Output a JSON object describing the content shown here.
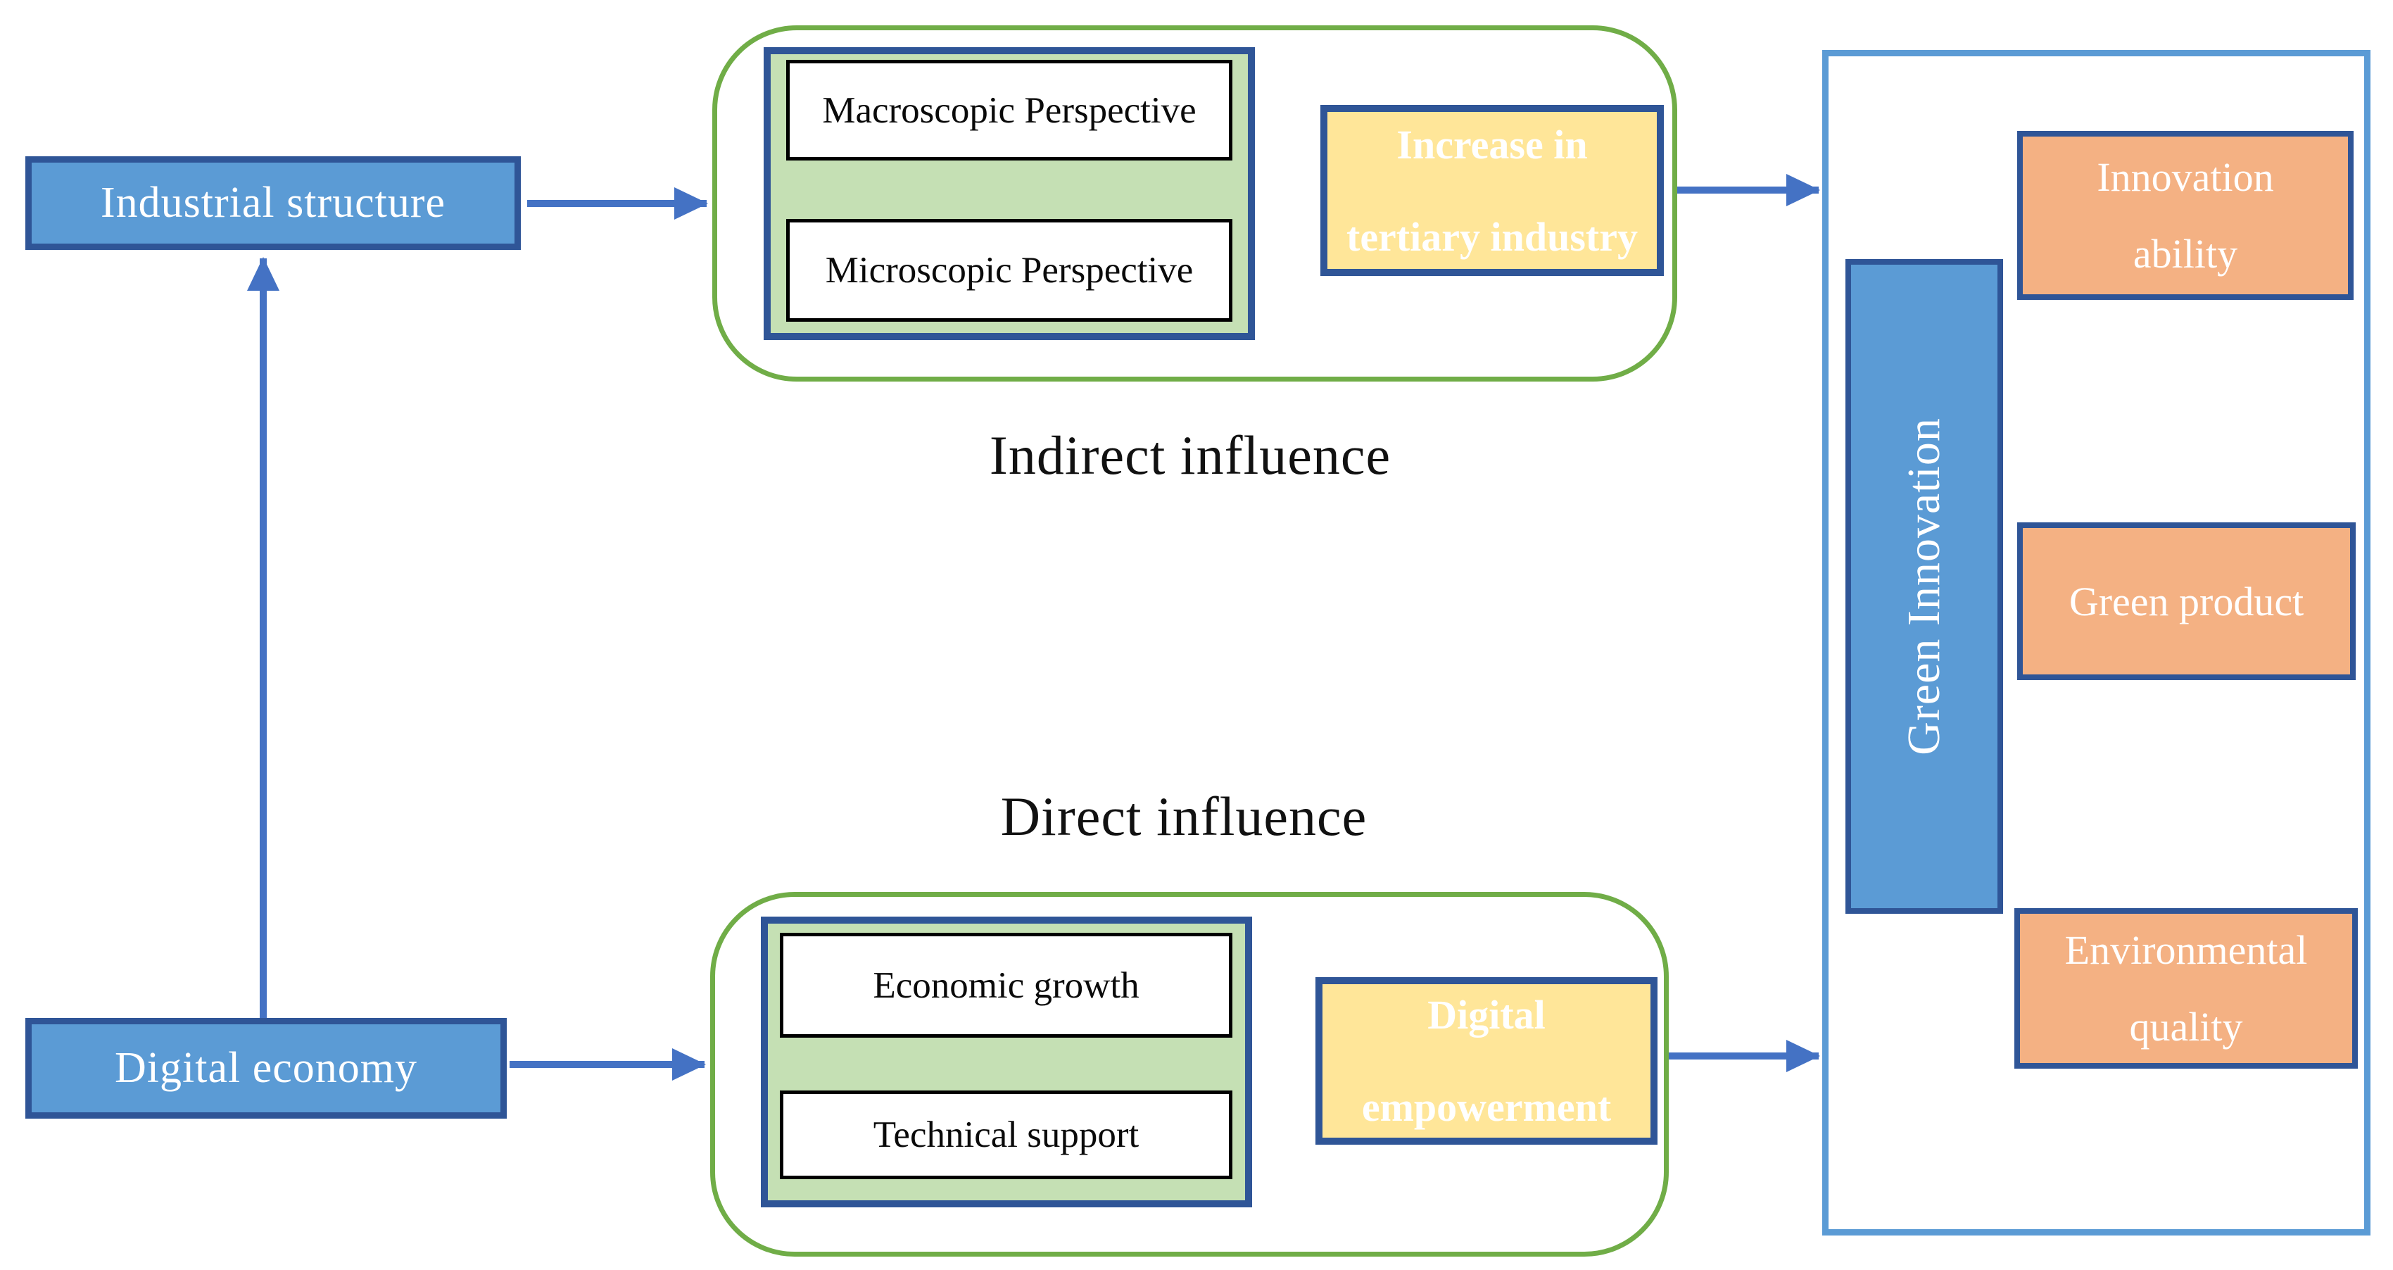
{
  "figure": {
    "type": "concept-diagram",
    "description": "Mechanism diagram of digital economy, industrial structure and green innovation"
  },
  "nodes": {
    "industrial_structure": {
      "label": "Industrial structure"
    },
    "digital_economy": {
      "label": "Digital economy"
    },
    "macroscopic_perspective": {
      "label": "Macroscopic Perspective"
    },
    "microscopic_perspective": {
      "label": "Microscopic Perspective"
    },
    "economic_growth": {
      "label": "Economic growth"
    },
    "technical_support": {
      "label": "Technical support"
    },
    "increase_tertiary_industry": {
      "line1": "Increase in",
      "line2": "tertiary industry"
    },
    "digital_empowerment": {
      "line1": "Digital",
      "line2": "empowerment"
    },
    "green_innovation": {
      "label": "Green Innovation"
    },
    "innovation_ability": {
      "line1": "Innovation",
      "line2": "ability"
    },
    "green_product": {
      "label": "Green product"
    },
    "environmental_quality": {
      "line1": "Environmental",
      "line2": "quality"
    }
  },
  "labels": {
    "indirect_influence": "Indirect influence",
    "direct_influence": "Direct influence"
  },
  "edges": [
    {
      "from": "digital_economy",
      "to": "industrial_structure",
      "style": "arrow"
    },
    {
      "from": "industrial_structure",
      "to": "indirect_group",
      "style": "arrow"
    },
    {
      "from": "indirect_group",
      "to": "increase_tertiary_industry",
      "style": "line"
    },
    {
      "from": "increase_tertiary_industry",
      "to": "outcomes_container",
      "style": "arrow"
    },
    {
      "from": "digital_economy",
      "to": "direct_group",
      "style": "arrow"
    },
    {
      "from": "direct_group",
      "to": "digital_empowerment",
      "style": "line"
    },
    {
      "from": "digital_empowerment",
      "to": "outcomes_container",
      "style": "arrow"
    }
  ],
  "colors": {
    "box_blue": "#5B9BD5",
    "border_dark_blue": "#2F5597",
    "arrow_blue": "#4472C4",
    "container_green_border": "#70AD47",
    "inner_green_fill": "#C5E0B4",
    "yellow_fill": "#FFE699",
    "orange_fill": "#F4B183",
    "right_container_border": "#5B9BD5"
  }
}
